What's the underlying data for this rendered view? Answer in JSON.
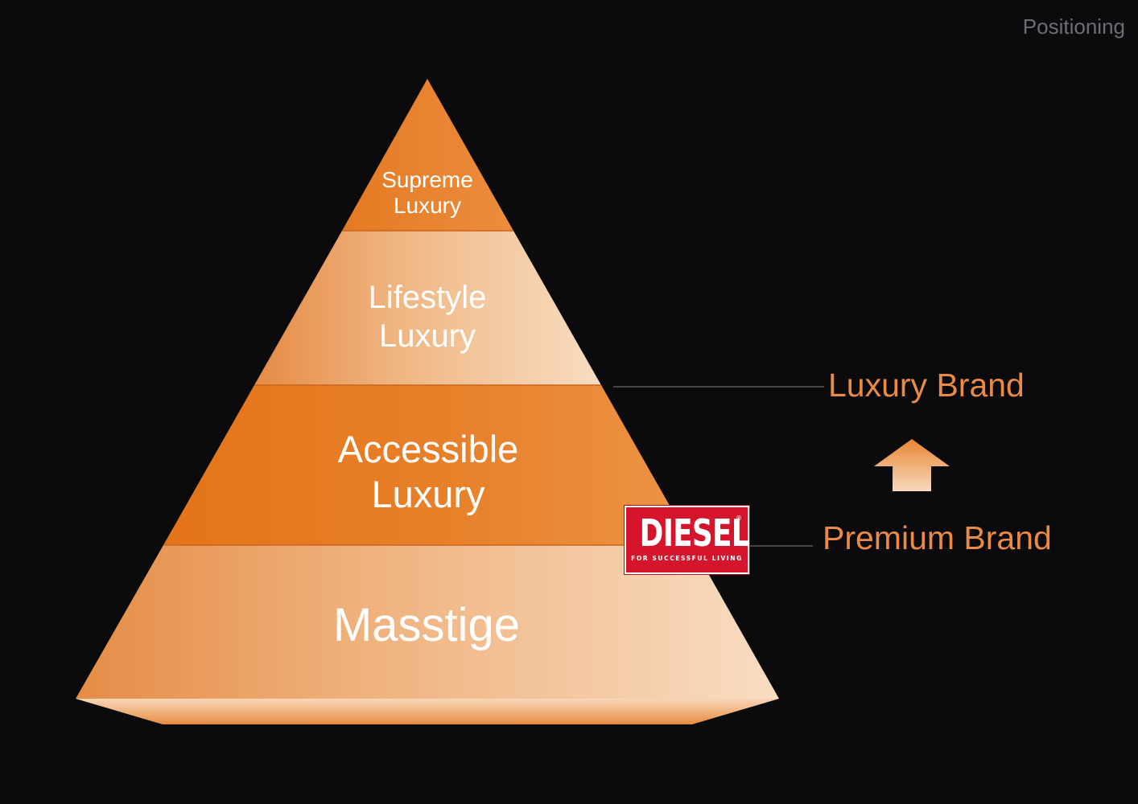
{
  "header": {
    "section_label": "Positioning"
  },
  "pyramid": {
    "tiers": [
      {
        "lines": [
          "Supreme",
          "Luxury"
        ]
      },
      {
        "lines": [
          "Lifestyle",
          "Luxury"
        ]
      },
      {
        "lines": [
          "Accessible",
          "Luxury"
        ]
      },
      {
        "lines": [
          "Masstige"
        ]
      }
    ]
  },
  "positions": {
    "luxury_label": "Luxury Brand",
    "premium_label": "Premium Brand"
  },
  "logo": {
    "word": "DIESEL",
    "tagline": "FOR SUCCESSFUL LIVING",
    "registered": "®"
  },
  "colors": {
    "background": "#0b0a0d",
    "accent": "#e98a45",
    "tier_dark": "#e67b1f",
    "tier_light": "#f6d6b7",
    "logo_red": "#d5152b"
  }
}
